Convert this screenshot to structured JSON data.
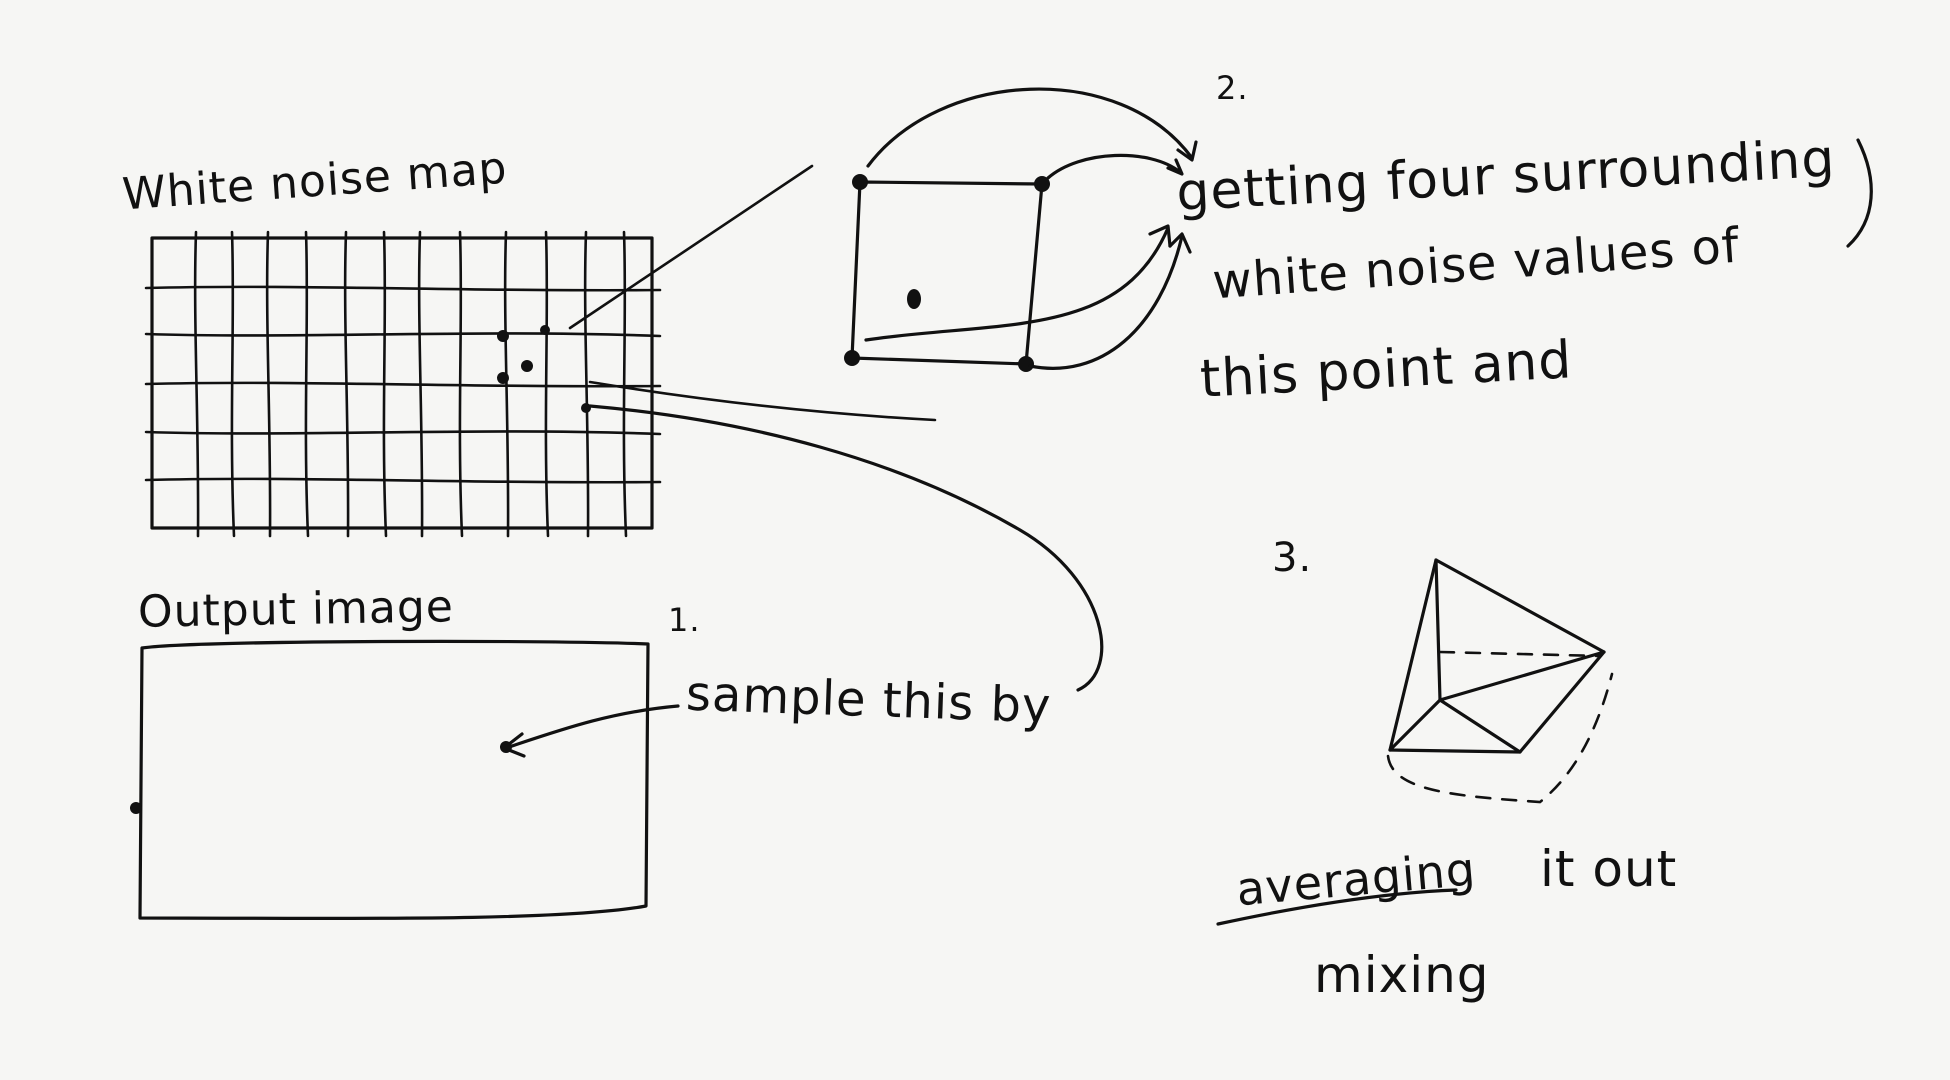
{
  "labels": {
    "white_noise_map": "White noise map",
    "output_image": "Output image",
    "step1_number": "1.",
    "step1_text": "sample this by",
    "step2_number": "2.",
    "step2_line1": "getting four surrounding",
    "step2_line2": "white noise values of",
    "step2_line3": "this point and",
    "step3_number": "3.",
    "step3_struck": "averaging",
    "step3_text": "it out",
    "step3_replacement": "mixing"
  },
  "colors": {
    "paper": "#f6f6f4",
    "ink": "#111111"
  }
}
